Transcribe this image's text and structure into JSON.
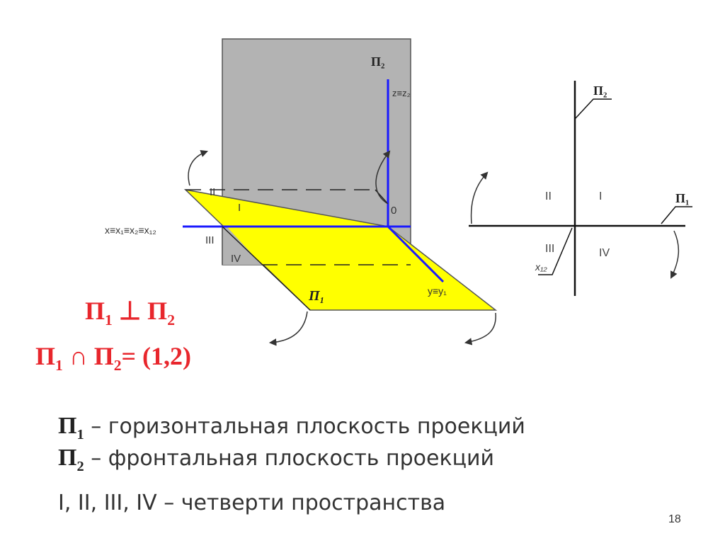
{
  "diagram_3d": {
    "label_pi2": "П₂",
    "label_pi1": "П₁",
    "label_z": "z≡z₂",
    "label_y": "y≡y₁",
    "label_x": "x≡x₁≡x₂≡x₁₂",
    "label_origin": "0",
    "quadrants": [
      "I",
      "II",
      "III",
      "IV"
    ]
  },
  "diagram_2d": {
    "label_pi2": "П₂",
    "label_pi1": "П₁",
    "label_x12": "x₁₂",
    "quadrants": [
      "I",
      "II",
      "III",
      "IV"
    ]
  },
  "formulas": {
    "perp": {
      "a": "П",
      "a_sub": "1",
      "op": " ⊥ ",
      "b": "П",
      "b_sub": "2"
    },
    "intersect": {
      "a": "П",
      "a_sub": "1",
      "op": " ∩ ",
      "b": "П",
      "b_sub": "2",
      "rest": "= (1,2)"
    }
  },
  "captions": {
    "c1_sym": "П",
    "c1_sub": "1",
    "c1_text": " – горизонтальная плоскость проекций",
    "c2_sym": "П",
    "c2_sub": "2",
    "c2_text": " – фронтальная плоскость проекций",
    "c3_text": "I, II, III, IV – четверти пространства"
  },
  "slide_number": "18",
  "colors": {
    "frontal_plane": "#b3b3b3",
    "horizontal_plane": "#ffff00",
    "axis_blue": "#1a1aff",
    "formula_red": "#e8262c"
  }
}
